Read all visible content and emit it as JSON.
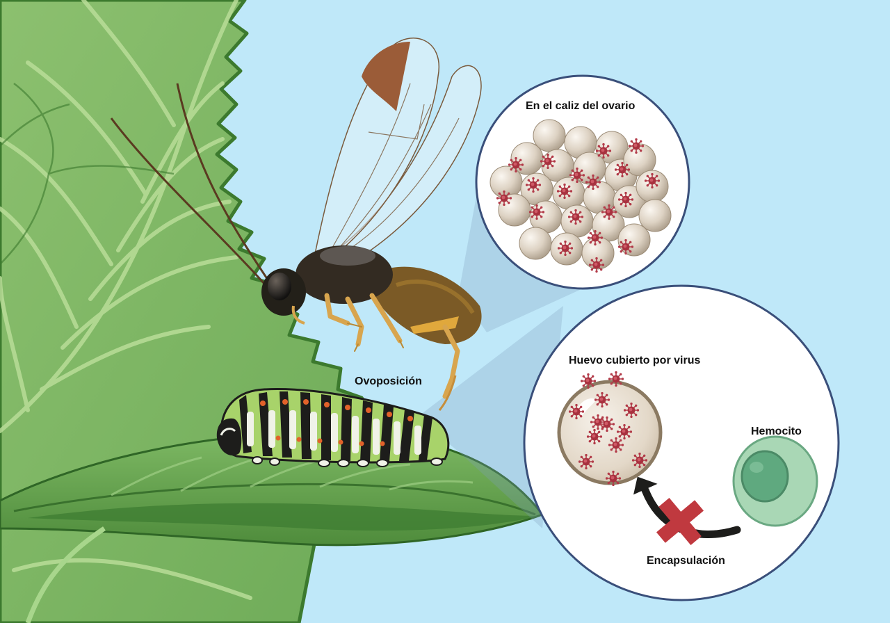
{
  "labels": {
    "calyx": "En el caliz del ovario",
    "oviposition": "Ovoposición",
    "egg": "Huevo cubierto por virus",
    "hemocyte": "Hemocito",
    "encapsulation": "Encapsulación"
  },
  "colors": {
    "sky": "#bfe8f9",
    "leaf": "#7fb765",
    "leaf_dark": "#3c7a2e",
    "leaf_vein": "#b8dc95",
    "egg": "#d9cfc0",
    "virus": "#b23a48",
    "hemocyte_outer": "#a9d7b5",
    "hemocyte_nucleus": "#5fa97f",
    "inhibit_cross": "#c0393f",
    "wasp_body": "#332b22",
    "wasp_leg": "#d8a54e"
  },
  "icons": [
    "virus-icon",
    "arrow-icon",
    "cross-icon"
  ]
}
